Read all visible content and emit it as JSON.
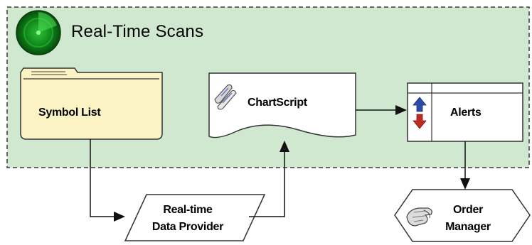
{
  "scan_region": {
    "title": "Real-Time Scans",
    "fill_color": "#cfe8cf",
    "border_color": "#3a3a3a",
    "icon": "radar-icon"
  },
  "nodes": {
    "symbol_list": {
      "label": "Symbol List",
      "fill_color": "#fbf3c4",
      "icon": "folder-icon"
    },
    "chartscript": {
      "label": "ChartScript",
      "fill_color": "#ffffff",
      "icon": "script-scroll-icon"
    },
    "alerts": {
      "label": "Alerts",
      "fill_color": "#ffffff",
      "icon": "up-down-arrows-icon"
    },
    "data_provider": {
      "line1": "Real-time",
      "line2": "Data Provider",
      "fill_color": "#ffffff"
    },
    "order_manager": {
      "line1": "Order",
      "line2": "Manager",
      "fill_color": "#ffffff",
      "icon": "handshake-icon"
    }
  },
  "edges": [
    {
      "from": "Symbol List",
      "to": "Real-time Data Provider"
    },
    {
      "from": "Real-time Data Provider",
      "to": "ChartScript"
    },
    {
      "from": "ChartScript",
      "to": "Alerts"
    },
    {
      "from": "Alerts",
      "to": "Order Manager"
    }
  ]
}
